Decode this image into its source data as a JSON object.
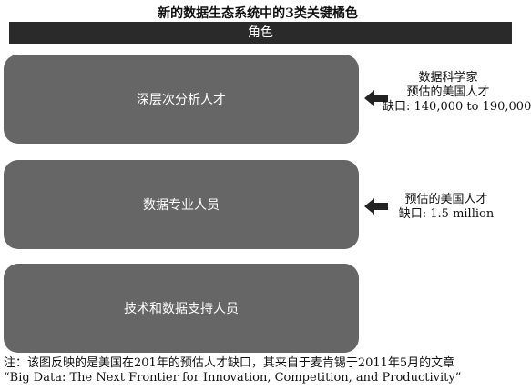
{
  "title": "新的数据生态系统中的3类关键橘色",
  "header": {
    "label": "角色"
  },
  "roles": [
    {
      "label": "深层次分析人才"
    },
    {
      "label": "数据专业人员"
    },
    {
      "label": "技术和数据支持人员"
    }
  ],
  "info_blocks": [
    {
      "lines": [
        "数据科学家",
        "预估的美国人才",
        "缺口: 140,000 to 190,000"
      ]
    },
    {
      "lines": [
        "预估的美国人才",
        "缺口: 1.5 million"
      ]
    }
  ],
  "note": {
    "line1": "注：该图反映的是美国在201年的预估人才缺口，其来自于麦肯锡于2011年5月的文章",
    "line2": "“Big Data: The Next Frontier for Innovation, Competition, and Productivity”"
  },
  "colors": {
    "header_bg": "#2a2a2a",
    "role_bg": "#666666",
    "arrow": "#222222"
  },
  "icons": [
    "arrow-left-icon"
  ]
}
